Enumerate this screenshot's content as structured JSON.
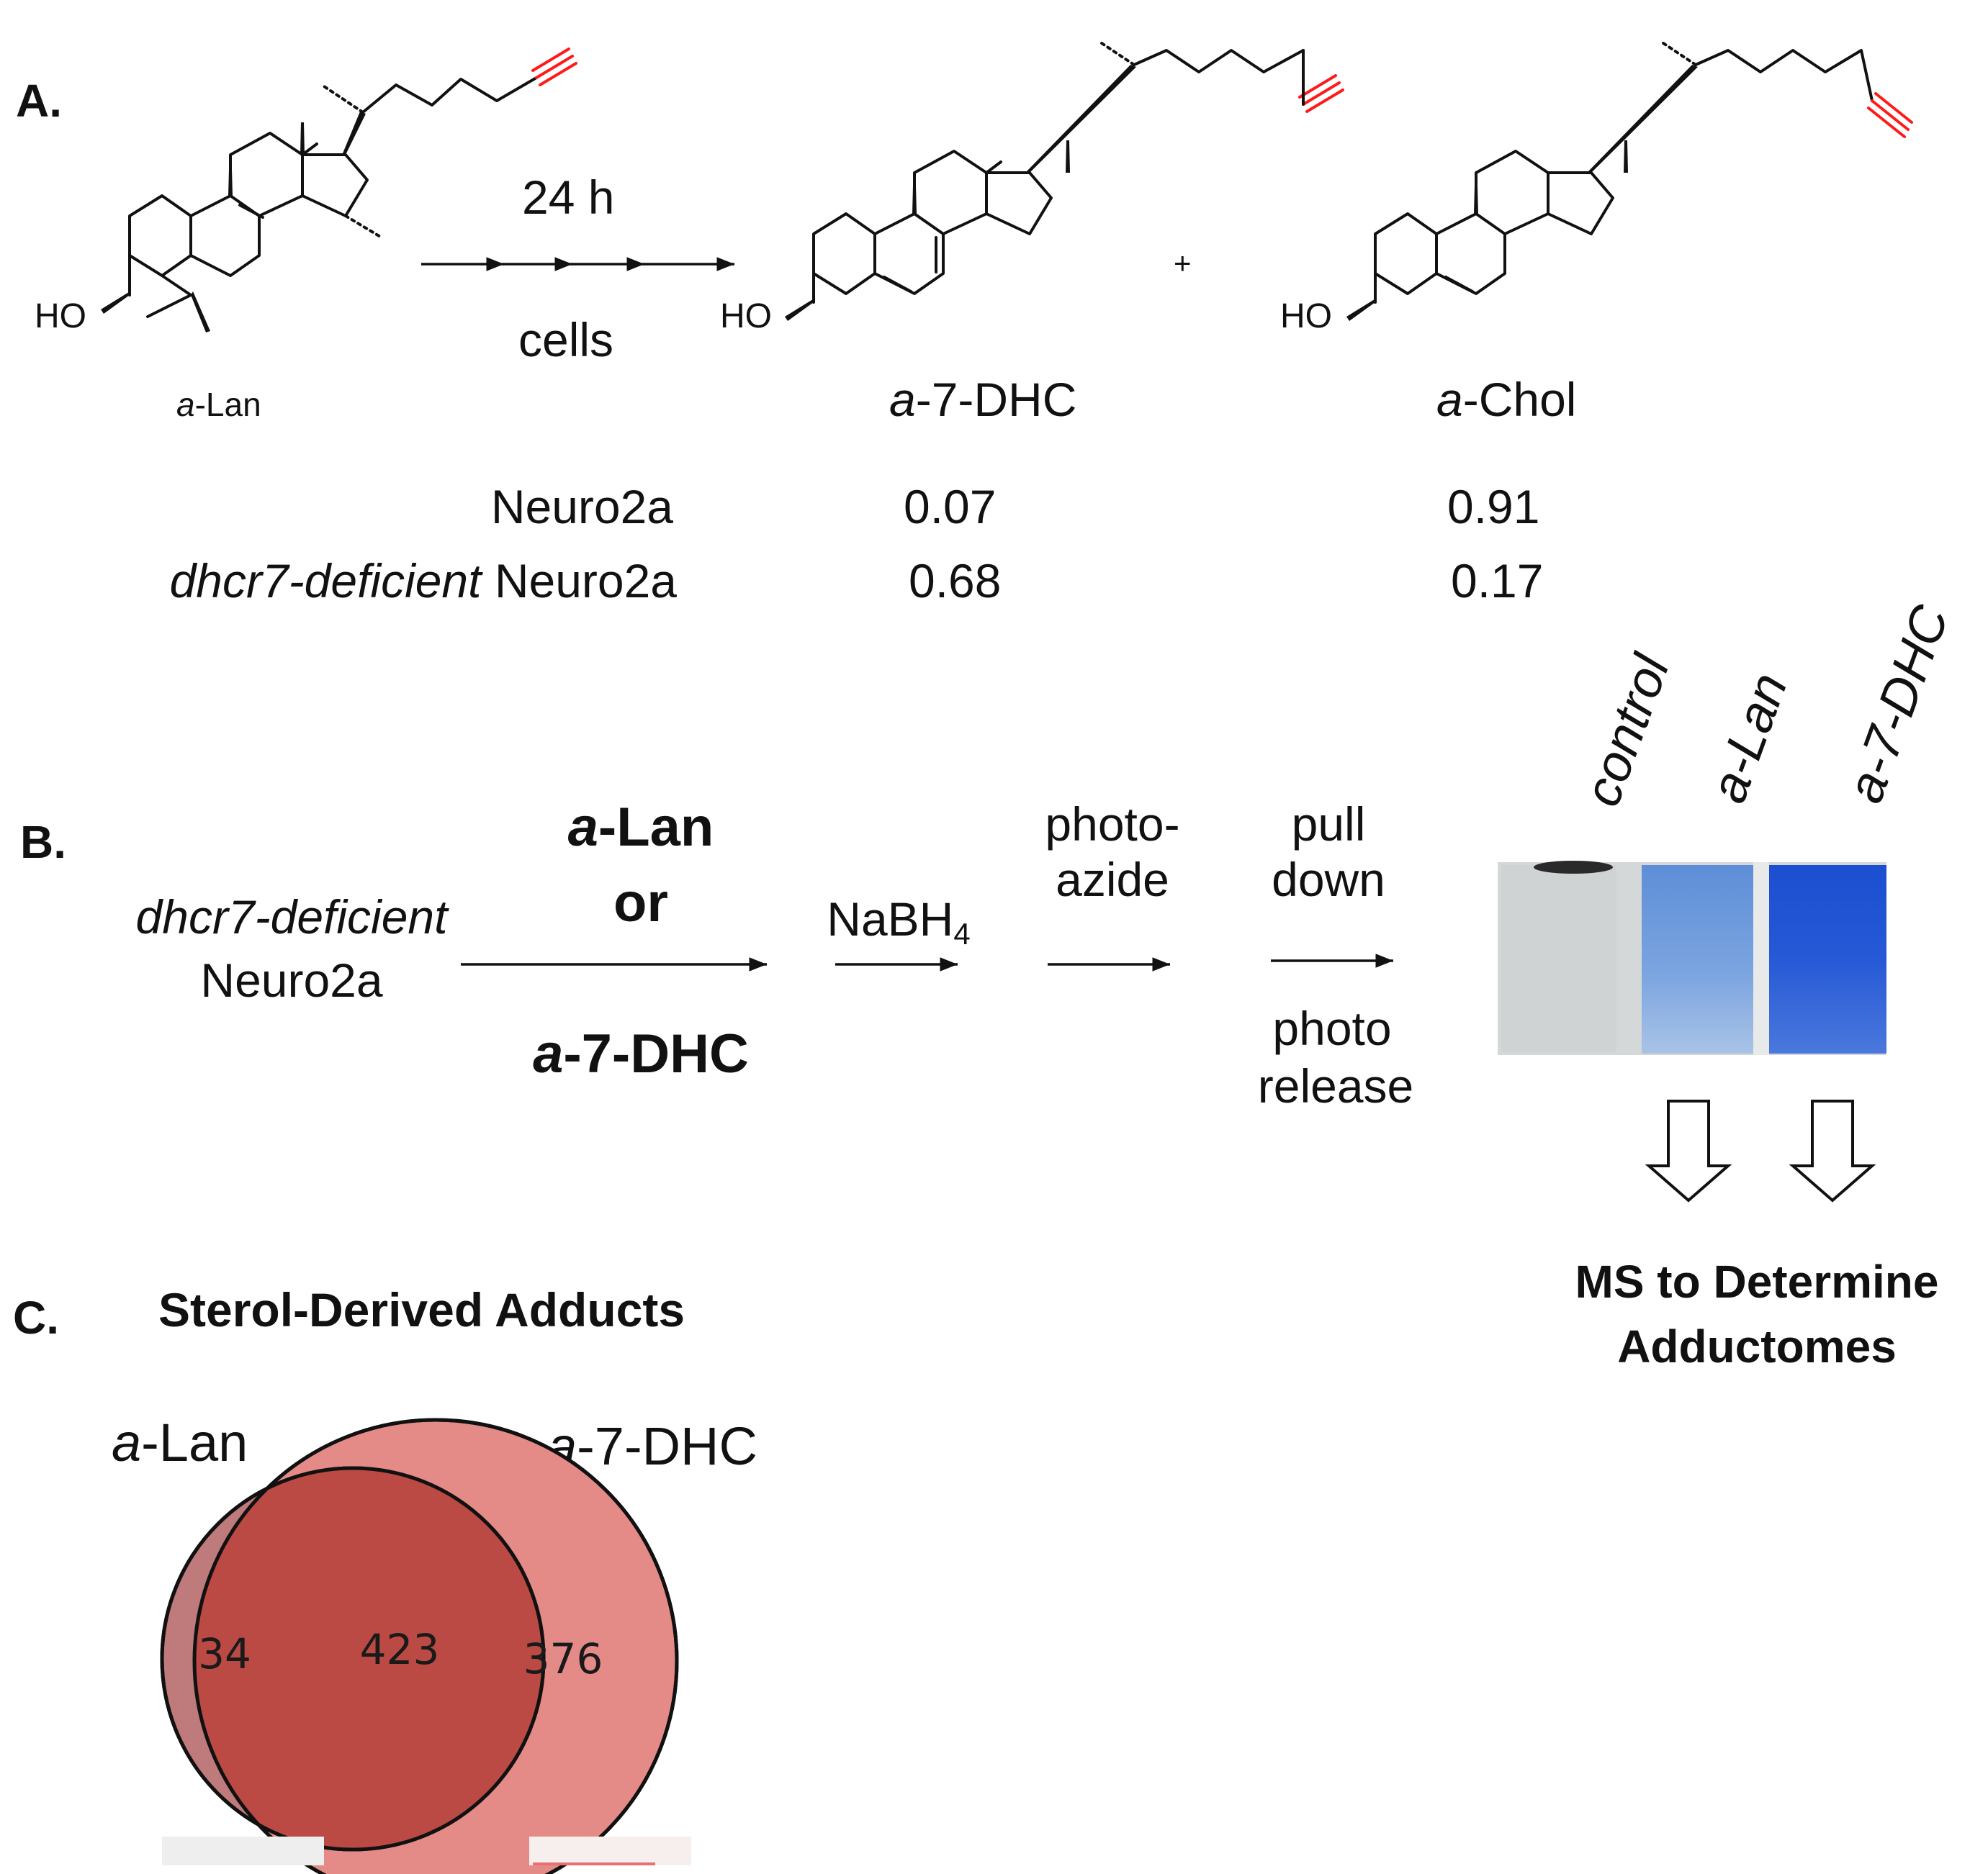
{
  "panel_a": {
    "label": "A.",
    "time": "24 h",
    "conditions": "cells",
    "plus": "+",
    "compounds": {
      "lan": {
        "prefix": "a",
        "name": "-Lan",
        "ho": "HO"
      },
      "dhc": {
        "prefix": "a",
        "name": "-7-DHC",
        "ho": "HO"
      },
      "chol": {
        "prefix": "a",
        "name": "-Chol",
        "ho": "HO"
      }
    },
    "table": {
      "rows": [
        {
          "italic_prefix": "",
          "label": "Neuro2a",
          "dhc": "0.07",
          "chol": "0.91"
        },
        {
          "italic_prefix": "dhcr7-deficient",
          "label": "Neuro2a",
          "dhc": "0.68",
          "chol": "0.17"
        }
      ]
    },
    "colors": {
      "alkyne": "#ff1a1a",
      "bond": "#111111"
    }
  },
  "panel_b": {
    "label": "B.",
    "start_line1": "dhcr7-deficient",
    "start_line2": "Neuro2a",
    "treat_a_prefix": "a",
    "treat_a_name": "-Lan",
    "treat_or": "or",
    "treat_b_prefix": "a",
    "treat_b_name": "-7-DHC",
    "step_reduce": "NaBH",
    "step_reduce_sub": "4",
    "step_azide_line1": "photo-",
    "step_azide_line2": "azide",
    "step_pull_line1": "pull",
    "step_pull_line2": "down",
    "step_release_line1": "photo",
    "step_release_line2": "release",
    "gel_lanes": [
      {
        "label": "control",
        "stain": 0.02
      },
      {
        "label": "a-Lan",
        "stain": 0.55
      },
      {
        "label": "a-7-DHC",
        "stain": 0.92
      }
    ],
    "ms_line1": "MS to Determine",
    "ms_line2": "Adductomes",
    "colors": {
      "gel_bg": "#d5d8d8",
      "stain_light": "#7fa9e2",
      "stain_dark": "#1f55d6"
    }
  },
  "panel_c": {
    "label": "C.",
    "title": "Sterol-Derived Adducts",
    "set_left_prefix": "a",
    "set_left_name": "-Lan",
    "set_right_prefix": "a",
    "set_right_name": "-7-DHC",
    "only_left": "34",
    "overlap": "423",
    "only_right": "376",
    "colors": {
      "left": "#bf7b7b",
      "overlap": "#bb4a44",
      "right": "#e48b88"
    }
  }
}
